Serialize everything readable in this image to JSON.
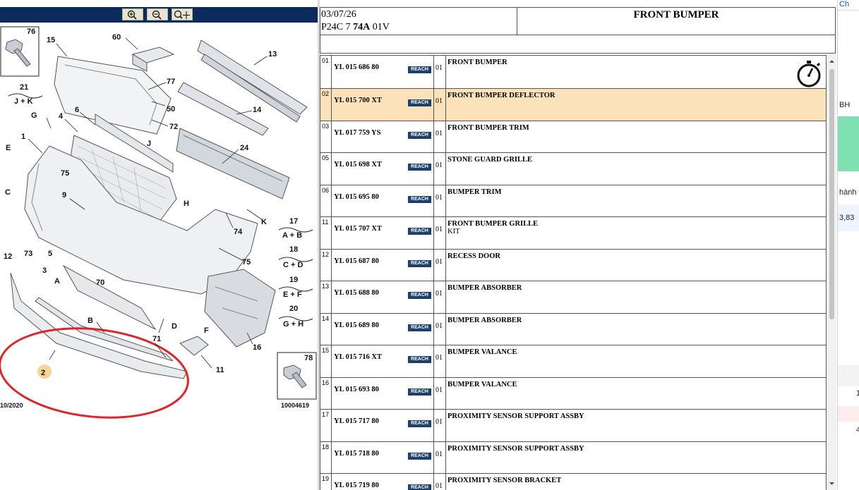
{
  "toolbar": {
    "buttons": [
      {
        "name": "zoom-in-icon",
        "glyph": "+"
      },
      {
        "name": "zoom-out-icon",
        "glyph": "−"
      },
      {
        "name": "zoom-pan-icon",
        "glyph": "✥"
      }
    ]
  },
  "diagram": {
    "callouts": [
      "76",
      "15",
      "60",
      "13",
      "21",
      "J + K",
      "77",
      "50",
      "72",
      "14",
      "G",
      "4",
      "6",
      "1",
      "E",
      "75",
      "J",
      "24",
      "9",
      "C",
      "H",
      "17",
      "A + B",
      "74",
      "K",
      "12",
      "73",
      "5",
      "18",
      "C + D",
      "3",
      "70",
      "75",
      "A",
      "19",
      "E + F",
      "B",
      "20",
      "G + H",
      "D",
      "F",
      "71",
      "16",
      "2",
      "11",
      "78",
      "10/2020",
      "10004619"
    ]
  },
  "header": {
    "date": "03/07/26",
    "code_prefix": "P24C 7 ",
    "code_bold": "74A",
    "code_suffix": " 01V",
    "title": "FRONT BUMPER"
  },
  "parts": [
    {
      "no": "01",
      "ref": "YL 015 686 80",
      "badge": "REACH",
      "qty": "01",
      "desc": "FRONT BUMPER",
      "desc2": ""
    },
    {
      "no": "02",
      "ref": "YL 015 700 XT",
      "badge": "REACH",
      "qty": "01",
      "desc": "FRONT BUMPER DEFLECTOR",
      "desc2": ""
    },
    {
      "no": "03",
      "ref": "YL 017 759 YS",
      "badge": "REACH",
      "qty": "01",
      "desc": "FRONT BUMPER TRIM",
      "desc2": ""
    },
    {
      "no": "05",
      "ref": "YL 015 698 XT",
      "badge": "REACH",
      "qty": "01",
      "desc": "STONE GUARD GRILLE",
      "desc2": ""
    },
    {
      "no": "06",
      "ref": "YL 015 695 80",
      "badge": "REACH",
      "qty": "01",
      "desc": "BUMPER TRIM",
      "desc2": ""
    },
    {
      "no": "11",
      "ref": "YL 015 707 XT",
      "badge": "REACH",
      "qty": "01",
      "desc": "FRONT BUMPER GRILLE",
      "desc2": "KIT"
    },
    {
      "no": "12",
      "ref": "YL 015 687 80",
      "badge": "REACH",
      "qty": "01",
      "desc": "RECESS DOOR",
      "desc2": ""
    },
    {
      "no": "13",
      "ref": "YL 015 688 80",
      "badge": "REACH",
      "qty": "01",
      "desc": "BUMPER ABSORBER",
      "desc2": ""
    },
    {
      "no": "14",
      "ref": "YL 015 689 80",
      "badge": "REACH",
      "qty": "01",
      "desc": "BUMPER ABSORBER",
      "desc2": ""
    },
    {
      "no": "15",
      "ref": "YL 015 716 XT",
      "badge": "REACH",
      "qty": "01",
      "desc": "BUMPER VALANCE",
      "desc2": ""
    },
    {
      "no": "16",
      "ref": "YL 015 693 80",
      "badge": "REACH",
      "qty": "01",
      "desc": "BUMPER VALANCE",
      "desc2": ""
    },
    {
      "no": "17",
      "ref": "YL 015 717 80",
      "badge": "REACH",
      "qty": "01",
      "desc": "PROXIMITY SENSOR SUPPORT ASSBY",
      "desc2": ""
    },
    {
      "no": "18",
      "ref": "YL 015 718 80",
      "badge": "REACH",
      "qty": "01",
      "desc": "PROXIMITY SENSOR SUPPORT ASSBY",
      "desc2": ""
    },
    {
      "no": "19",
      "ref": "YL 015 719 80",
      "badge": "REACH",
      "qty": "01",
      "desc": "PROXIMITY SENSOR BRACKET",
      "desc2": ""
    }
  ],
  "selected_index": 1,
  "strip": {
    "texts": [
      "Ch",
      "BH",
      "hành t",
      "3,83",
      "1",
      "4"
    ]
  },
  "colors": {
    "toolbar_bg": "#0c2a5c",
    "selected_row": "#fce2bb",
    "reach_badge": "#1c3f6b",
    "highlight_circle": "#e0242a",
    "strip_green": "#7fe0b2"
  }
}
